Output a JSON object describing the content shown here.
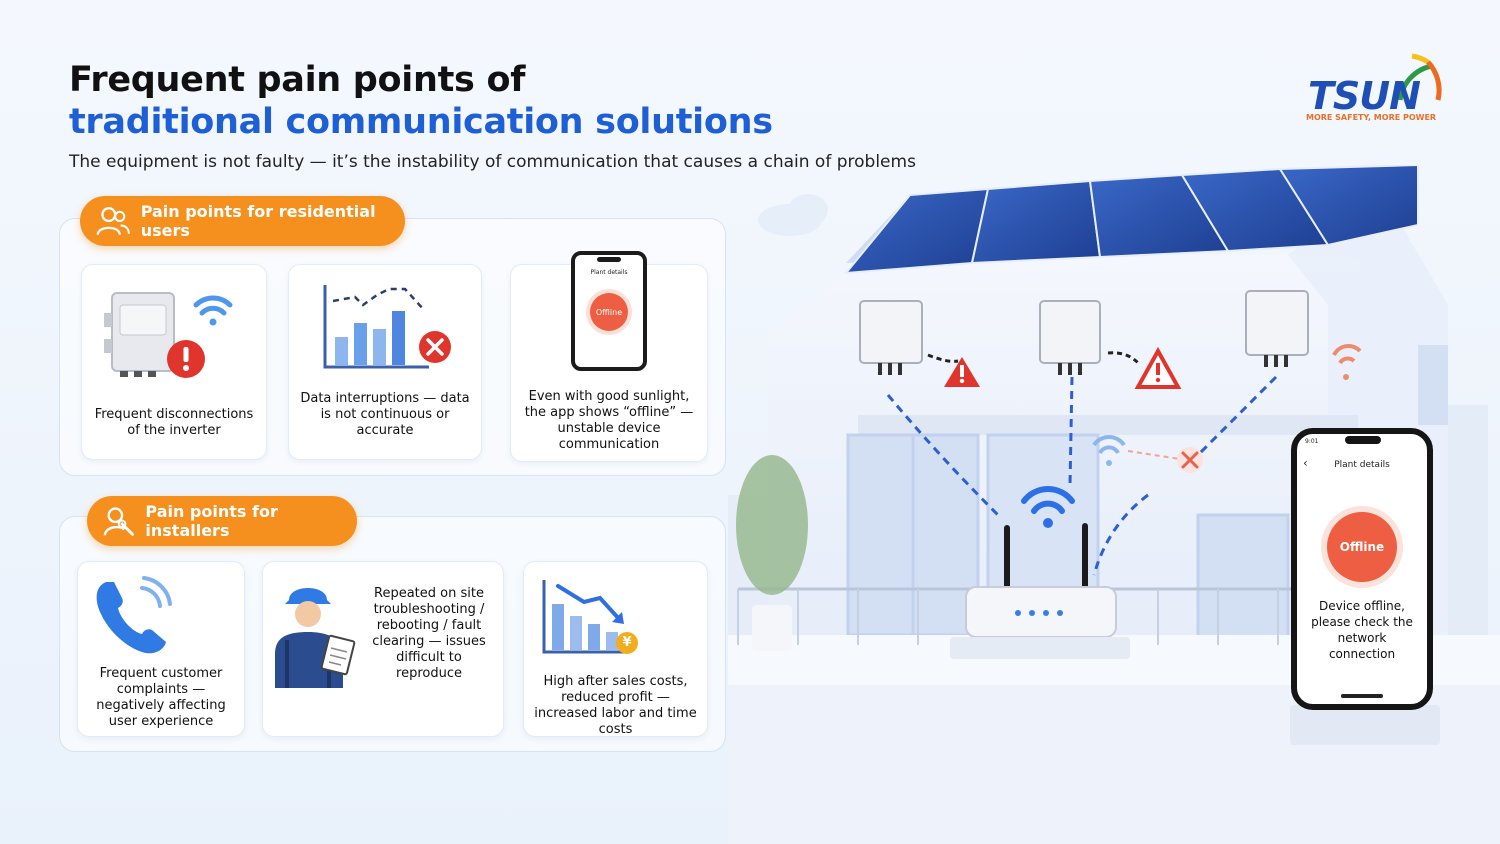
{
  "header": {
    "title_line1": "Frequent pain points of",
    "title_line2": "traditional communication solutions",
    "subtitle": "The equipment is not faulty — it’s the instability of communication that causes a chain of problems"
  },
  "logo": {
    "name": "TSUN",
    "tagline": "MORE SAFETY, MORE POWER"
  },
  "residential": {
    "title": "Pain points for residential users",
    "cards": [
      {
        "text": "Frequent disconnections of the inverter",
        "icon": "inverter-warning-icon"
      },
      {
        "text": "Data interruptions — data is not continuous or accurate",
        "icon": "broken-bar-chart-icon"
      },
      {
        "text": "Even with good sunlight, the app shows “offline” — unstable device communication",
        "icon": "phone-offline-icon",
        "phone_header": "Plant details",
        "phone_status": "Offline"
      }
    ]
  },
  "installers": {
    "title": "Pain points for installers",
    "cards": [
      {
        "text": "Frequent customer complaints — negatively affecting user experience",
        "icon": "phone-call-icon"
      },
      {
        "text": "Repeated on site troubleshooting / rebooting / fault clearing — issues difficult to reproduce",
        "icon": "technician-icon"
      },
      {
        "text": "High after sales costs, reduced profit — increased labor and time costs",
        "icon": "declining-chart-icon",
        "currency": "¥"
      }
    ]
  },
  "scene": {
    "phone_time": "9:01",
    "phone_header": "Plant details",
    "phone_status": "Offline",
    "phone_message": "Device offline, please check the network connection"
  },
  "colors": {
    "accent_orange": "#f5901f",
    "brand_blue": "#1f5fd6",
    "warning_red": "#e8453c"
  }
}
